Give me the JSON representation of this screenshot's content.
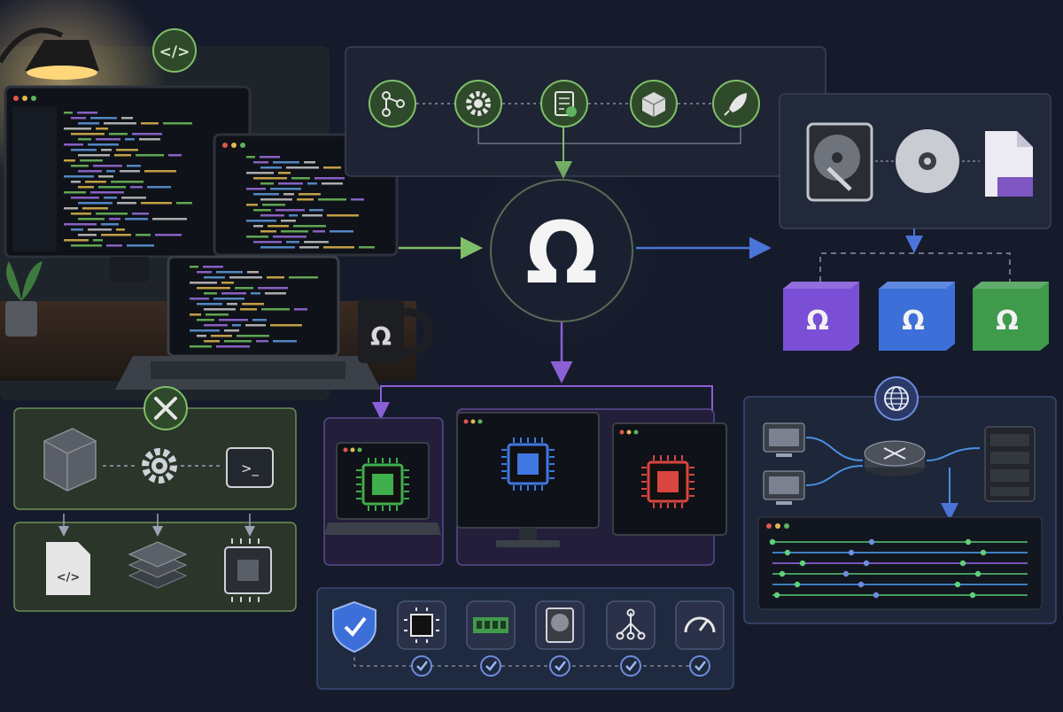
{
  "hub": {
    "glyph": "Ω",
    "icon": "omega-logo"
  },
  "mug": {
    "glyph": "Ω"
  },
  "badges": {
    "code": "</>",
    "doc": "</>",
    "terminal": ">_"
  },
  "pipeline": {
    "stages": [
      {
        "name": "source",
        "icon": "git-branch-icon"
      },
      {
        "name": "configure",
        "icon": "gear-wrench-icon"
      },
      {
        "name": "verify",
        "icon": "checklist-icon"
      },
      {
        "name": "package",
        "icon": "package-box-icon"
      },
      {
        "name": "deploy",
        "icon": "rocket-icon"
      }
    ]
  },
  "images": {
    "formats": [
      "hard-disk-icon",
      "optical-disc-icon",
      "image-file-icon"
    ]
  },
  "artifacts": [
    {
      "glyph": "Ω",
      "color": "#7a4fd6"
    },
    {
      "glyph": "Ω",
      "color": "#3d6fd9"
    },
    {
      "glyph": "Ω",
      "color": "#3f9a4c"
    }
  ],
  "targets": [
    {
      "device": "laptop",
      "chip_color": "#3fae4c"
    },
    {
      "device": "desktop-monitor",
      "chip_color": "#3f78e0"
    },
    {
      "device": "window",
      "chip_color": "#d9463f"
    }
  ],
  "checks": [
    {
      "icon": "shield-check-icon"
    },
    {
      "icon": "cpu-chip-icon"
    },
    {
      "icon": "memory-module-icon"
    },
    {
      "icon": "hard-disk-icon"
    },
    {
      "icon": "network-tree-icon"
    },
    {
      "icon": "speedometer-icon"
    }
  ],
  "colors": {
    "background": "#161b2b",
    "green": "#7fbf6a",
    "purple": "#8b5fd6",
    "blue": "#4a74d8",
    "panel": "#222a3d"
  }
}
